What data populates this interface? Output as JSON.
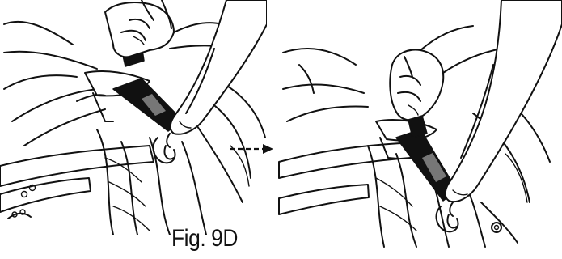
{
  "figure": {
    "caption": "Fig. 9D",
    "panels": [
      {
        "id": "before",
        "description_icon": "strap-being-threaded-illustration"
      },
      {
        "id": "after",
        "description_icon": "strap-pulled-tight-illustration"
      }
    ],
    "arrow": {
      "style": "dashed",
      "direction": "right"
    },
    "colors": {
      "line": "#111111",
      "background": "#ffffff"
    }
  }
}
